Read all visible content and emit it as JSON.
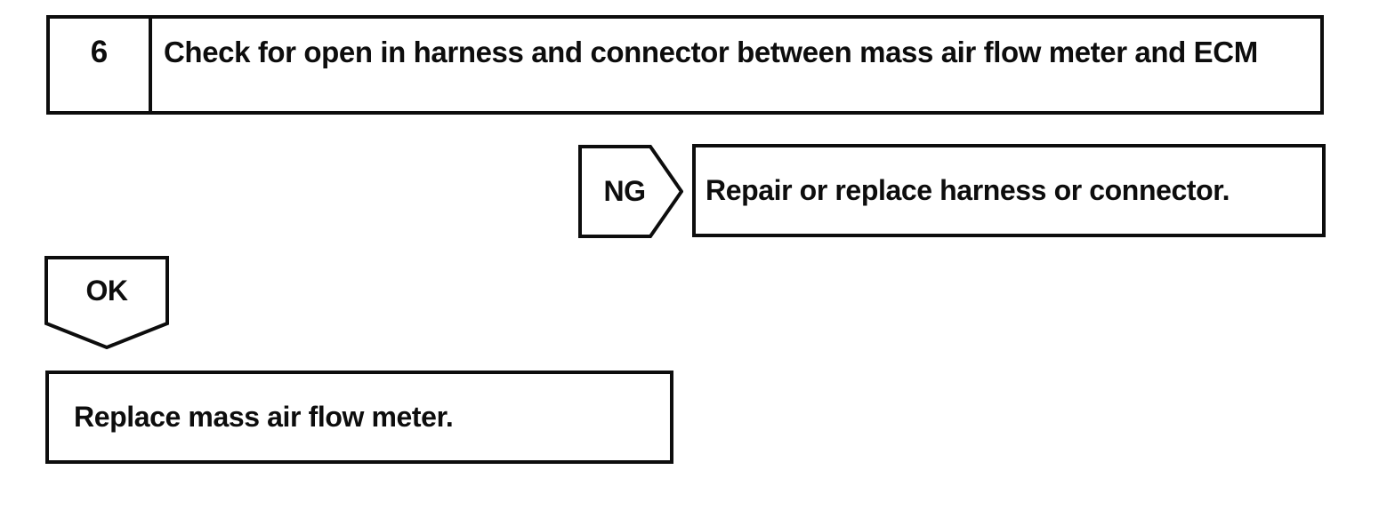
{
  "flowchart": {
    "step_box": {
      "number": "6",
      "title": "Check for open in harness and connector between mass air flow meter and ECM"
    },
    "ng_branch": {
      "connector_label": "NG",
      "action": "Repair or replace harness or connector."
    },
    "ok_branch": {
      "connector_label": "OK",
      "action": "Replace mass air flow meter."
    }
  },
  "colors": {
    "ink": "#0d0d0d",
    "paper": "#ffffff"
  }
}
